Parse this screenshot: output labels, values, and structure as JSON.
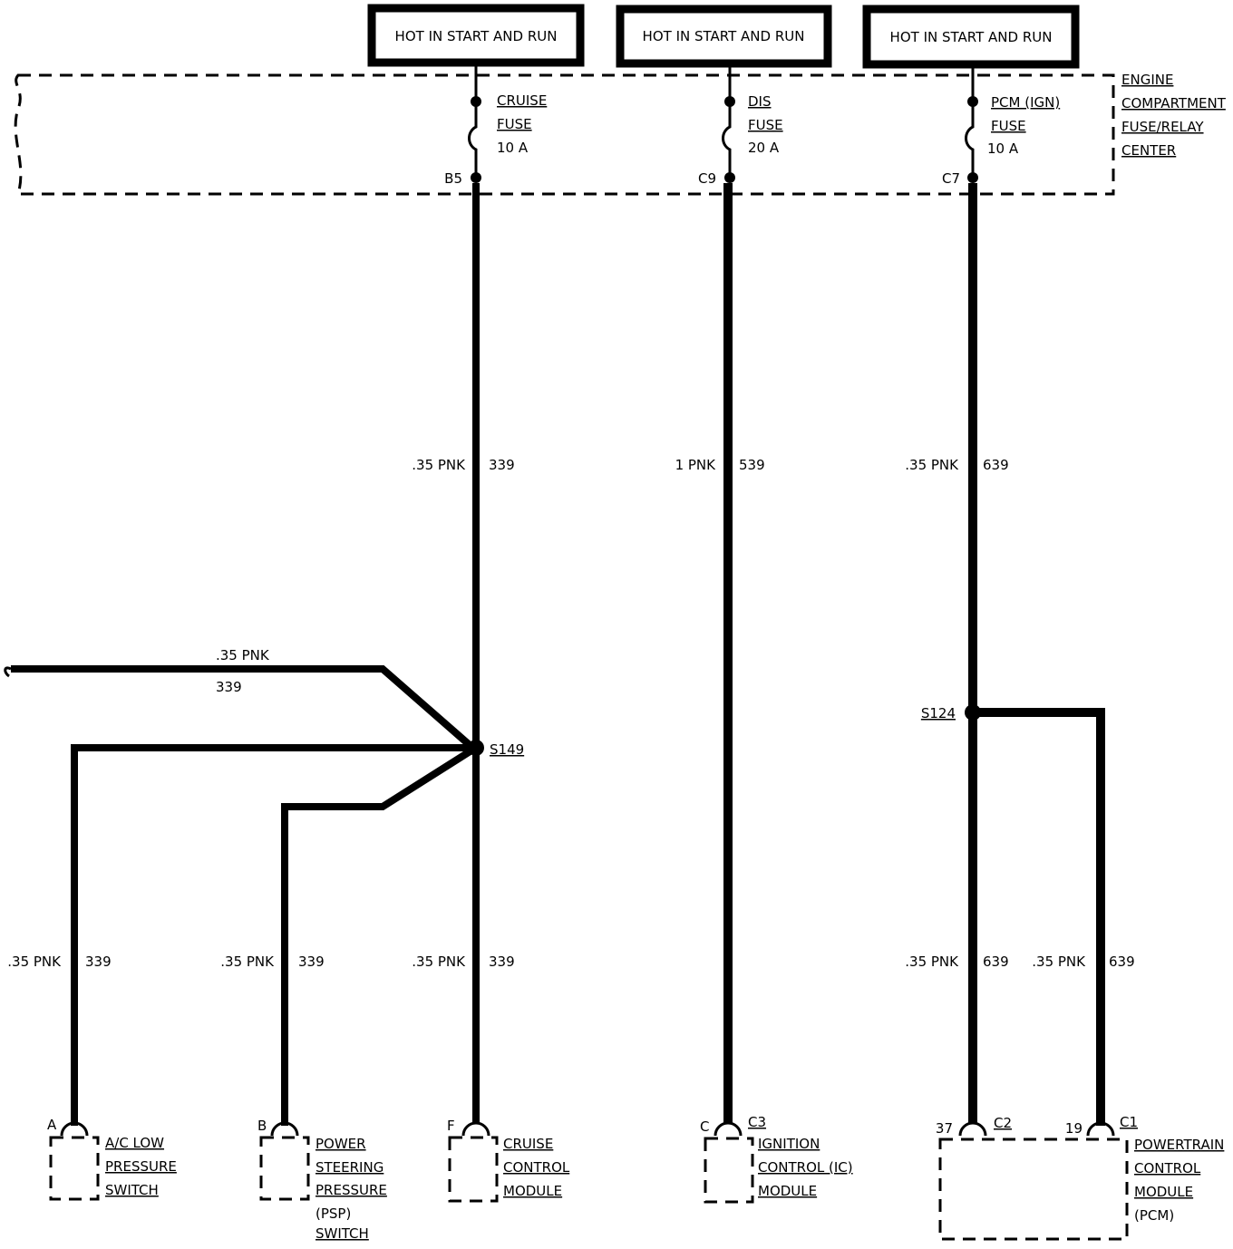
{
  "hot_boxes": [
    {
      "label": "HOT IN START AND RUN"
    },
    {
      "label": "HOT IN START AND RUN"
    },
    {
      "label": "HOT IN START AND RUN"
    }
  ],
  "fuse_block": {
    "label_lines": [
      "ENGINE",
      "COMPARTMENT",
      "FUSE/RELAY",
      "CENTER"
    ]
  },
  "fuses": [
    {
      "name": "CRUISE",
      "fuse_word": "FUSE",
      "rating": "10 A",
      "terminal": "B5"
    },
    {
      "name": "DIS",
      "fuse_word": "FUSE",
      "rating": "20 A",
      "terminal": "C9"
    },
    {
      "name": "PCM (IGN)",
      "fuse_word": "FUSE",
      "rating": "10 A",
      "terminal": "C7"
    }
  ],
  "wires": {
    "cruise_upper": {
      "size_color": ".35 PNK",
      "circuit": "339"
    },
    "dis": {
      "size_color": "1 PNK",
      "circuit": "539"
    },
    "pcm_upper": {
      "size_color": ".35 PNK",
      "circuit": "639"
    },
    "left_branch": {
      "size_color": ".35 PNK",
      "circuit": "339"
    },
    "ac_drop": {
      "size_color": ".35 PNK",
      "circuit": "339"
    },
    "psp_drop": {
      "size_color": ".35 PNK",
      "circuit": "339"
    },
    "cruise_drop": {
      "size_color": ".35 PNK",
      "circuit": "339"
    },
    "pcm_drop_37": {
      "size_color": ".35 PNK",
      "circuit": "639"
    },
    "pcm_drop_19": {
      "size_color": ".35 PNK",
      "circuit": "639"
    }
  },
  "splices": {
    "s149": "S149",
    "s124": "S124"
  },
  "components": {
    "ac_switch": {
      "pin": "A",
      "lines": [
        "A/C LOW",
        "PRESSURE",
        "SWITCH"
      ]
    },
    "psp_switch": {
      "pin": "B",
      "lines": [
        "POWER",
        "STEERING",
        "PRESSURE",
        "(PSP)",
        "SWITCH"
      ]
    },
    "cruise_module": {
      "pin": "F",
      "lines": [
        "CRUISE",
        "CONTROL",
        "MODULE"
      ]
    },
    "ic_module": {
      "pin": "C",
      "connector": "C3",
      "lines": [
        "IGNITION",
        "CONTROL (IC)",
        "MODULE"
      ]
    },
    "pcm": {
      "pin_a": "37",
      "connector_a": "C2",
      "pin_b": "19",
      "connector_b": "C1",
      "lines": [
        "POWERTRAIN",
        "CONTROL",
        "MODULE",
        "(PCM)"
      ]
    }
  }
}
